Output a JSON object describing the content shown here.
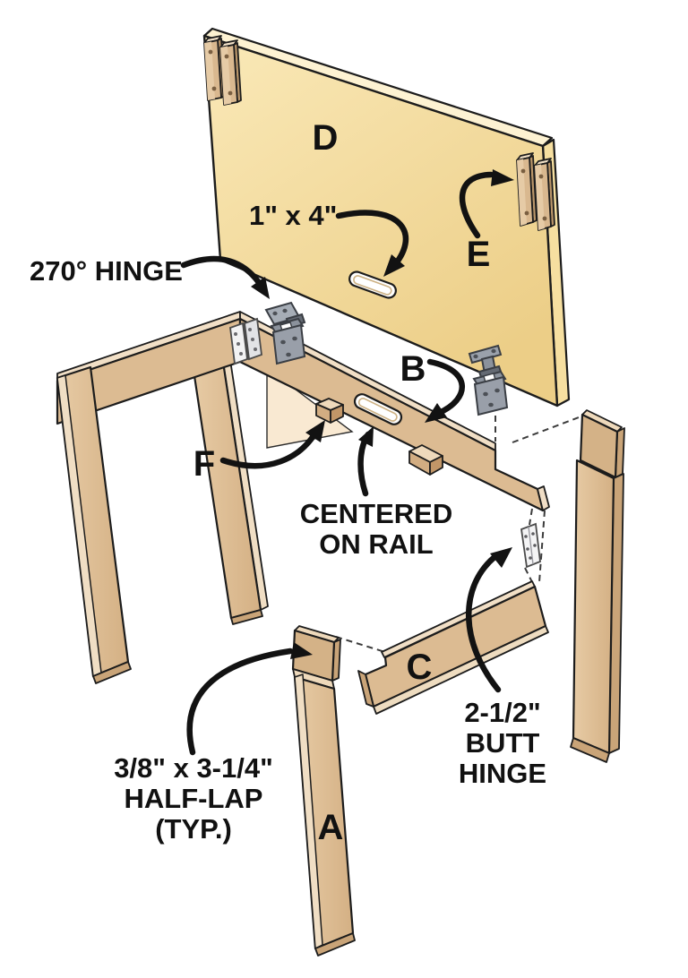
{
  "diagram": {
    "type": "exploded-assembly-woodworking-diagram",
    "subject": "fold-down wall table frame with hinged top panel",
    "part_labels": {
      "a": "A",
      "b": "B",
      "c": "C",
      "d": "D",
      "e": "E",
      "f": "F"
    },
    "callouts": {
      "hinge270": "270° HINGE",
      "size_1x4": "1\" x 4\"",
      "centered": [
        "CENTERED",
        "ON RAIL"
      ],
      "butt_hinge": [
        "2-1/2\"",
        "BUTT",
        "HINGE"
      ],
      "half_lap": [
        "3/8\" x 3-1/4\"",
        "HALF-LAP",
        "(TYP.)"
      ]
    },
    "colors": {
      "panel_face": "#f7e3a9",
      "panel_edge": "#f6dfa0",
      "wood_face": "#dcbb92",
      "wood_light_edge": "#f0dec4",
      "wood_dark_end": "#c9a478",
      "hinge_gray": "#999fa9",
      "hinge_silver": "#f4f4f5",
      "outline": "#1c1c1c",
      "text": "#111111"
    }
  }
}
